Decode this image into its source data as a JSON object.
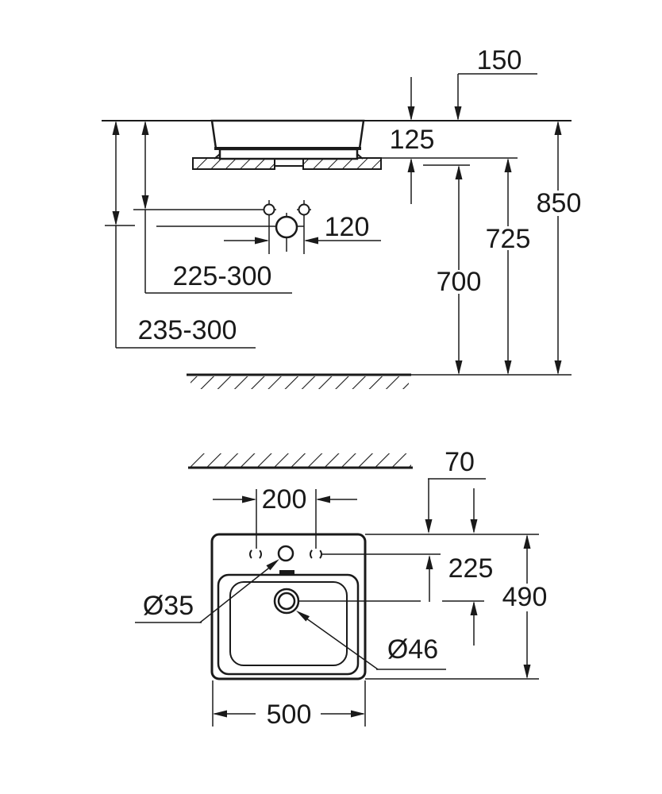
{
  "drawing": {
    "type": "washbasin installation dimension drawing",
    "ink_color": "#1a1a1a",
    "background_color": "#ffffff",
    "side_view": {
      "name": "side elevation",
      "dims": {
        "rim_offset_top": "150",
        "rim_to_counter": "125",
        "height_rim": "850",
        "height_counter_top": "725",
        "height_counter_bottom": "700",
        "supply_spacing": "120",
        "supply_height_range": "225-300",
        "drain_height_range": "235-300"
      }
    },
    "plan_view": {
      "name": "top plan",
      "dims": {
        "edge_to_holes": "70",
        "hole_spacing": "200",
        "edge_to_drain": "225",
        "depth": "490",
        "width": "500",
        "faucet_hole_diameter": "Ø35",
        "drain_diameter": "Ø46"
      }
    }
  }
}
